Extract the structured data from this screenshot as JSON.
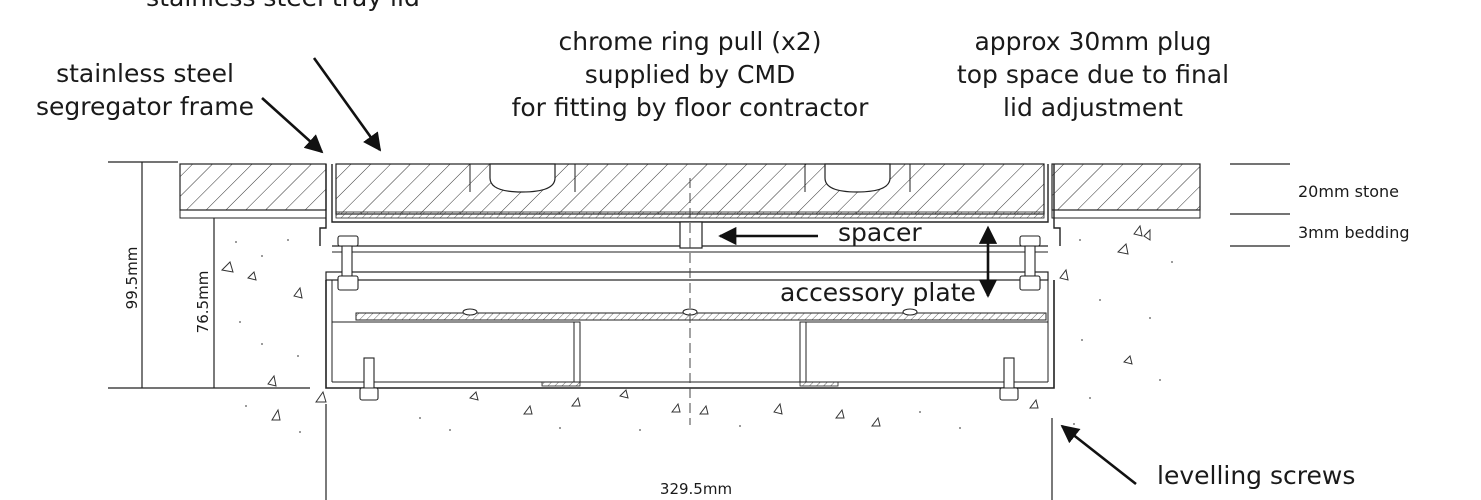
{
  "labels": {
    "tray_lid": "stainless steel tray lid",
    "frame_line1": "stainless steel",
    "frame_line2": "segregator frame",
    "ring_line1": "chrome ring pull (x2)",
    "ring_line2": "supplied by CMD",
    "ring_line3": "for fitting by floor contractor",
    "plug_line1": "approx 30mm plug",
    "plug_line2": "top space due to final",
    "plug_line3": "lid adjustment",
    "stone": "20mm stone",
    "bedding": "3mm bedding",
    "spacer": "spacer",
    "accessory_plate": "accessory plate",
    "levelling_screws": "levelling screws"
  },
  "dimensions": {
    "total_height": "99.5mm",
    "inner_height": "76.5mm",
    "width": "329.5mm"
  }
}
